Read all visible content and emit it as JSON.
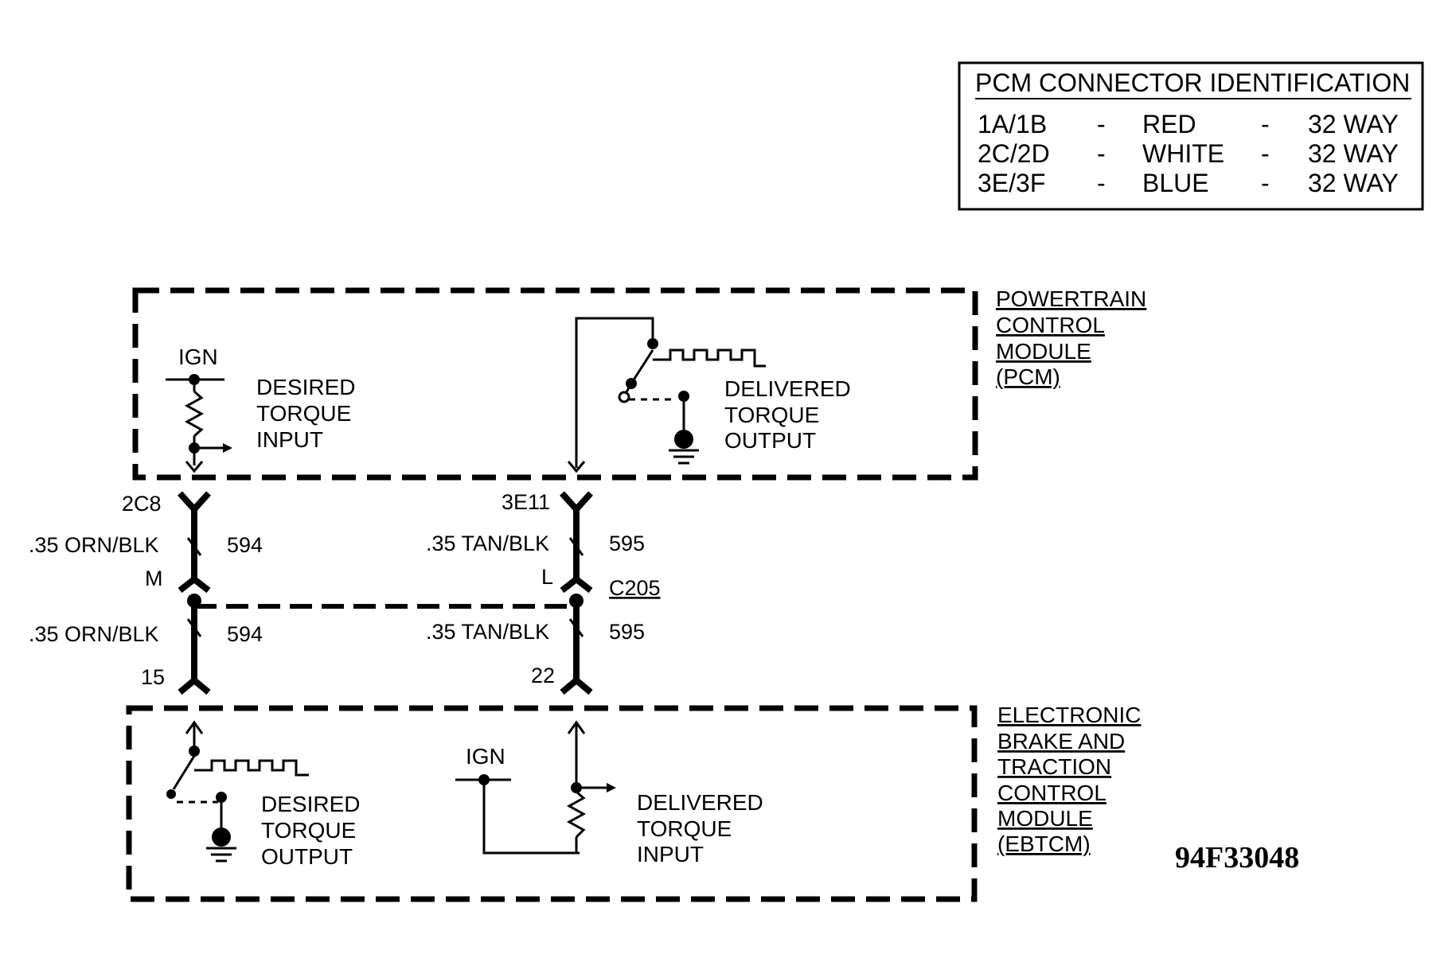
{
  "connector_table": {
    "title": "PCM CONNECTOR IDENTIFICATION",
    "rows": [
      {
        "connector": "1A/1B",
        "sep1": "-",
        "color": "RED",
        "sep2": "-",
        "size": "32 WAY"
      },
      {
        "connector": "2C/2D",
        "sep1": "-",
        "color": "WHITE",
        "sep2": "-",
        "size": "32 WAY"
      },
      {
        "connector": "3E/3F",
        "sep1": "-",
        "color": "BLUE",
        "sep2": "-",
        "size": "32 WAY"
      }
    ]
  },
  "pcm": {
    "name_lines": [
      "POWERTRAIN",
      "CONTROL",
      "MODULE",
      "(PCM)"
    ],
    "ign_label": "IGN",
    "left_circuit_lines": [
      "DESIRED",
      "TORQUE",
      "INPUT"
    ],
    "right_circuit_lines": [
      "DELIVERED",
      "TORQUE",
      "OUTPUT"
    ]
  },
  "ebtcm": {
    "name_lines": [
      "ELECTRONIC",
      "BRAKE AND",
      "TRACTION",
      "CONTROL",
      "MODULE",
      "(EBTCM)"
    ],
    "ign_label": "IGN",
    "left_circuit_lines": [
      "DESIRED",
      "TORQUE",
      "OUTPUT"
    ],
    "right_circuit_lines": [
      "DELIVERED",
      "TORQUE",
      "INPUT"
    ]
  },
  "wiring": {
    "left": {
      "pcm_pin": "2C8",
      "upper_wire": ".35 ORN/BLK",
      "upper_circuit": "594",
      "c205_pin": "M",
      "lower_wire": ".35 ORN/BLK",
      "lower_circuit": "594",
      "ebtcm_pin": "15"
    },
    "right": {
      "pcm_pin": "3E11",
      "upper_wire": ".35 TAN/BLK",
      "upper_circuit": "595",
      "c205_pin": "L",
      "lower_wire": ".35 TAN/BLK",
      "lower_circuit": "595",
      "ebtcm_pin": "22"
    },
    "connector_name": "C205"
  },
  "figure_id": "94F33048"
}
